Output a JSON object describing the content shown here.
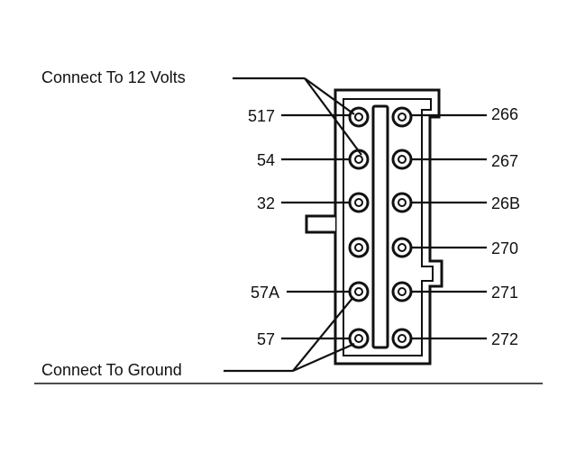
{
  "callouts": {
    "twelve_volts": "Connect To 12 Volts",
    "ground": "Connect To Ground"
  },
  "left_pins": [
    "517",
    "54",
    "32",
    "57A",
    "57"
  ],
  "right_pins": [
    "266",
    "267",
    "26B",
    "270",
    "271",
    "272"
  ]
}
